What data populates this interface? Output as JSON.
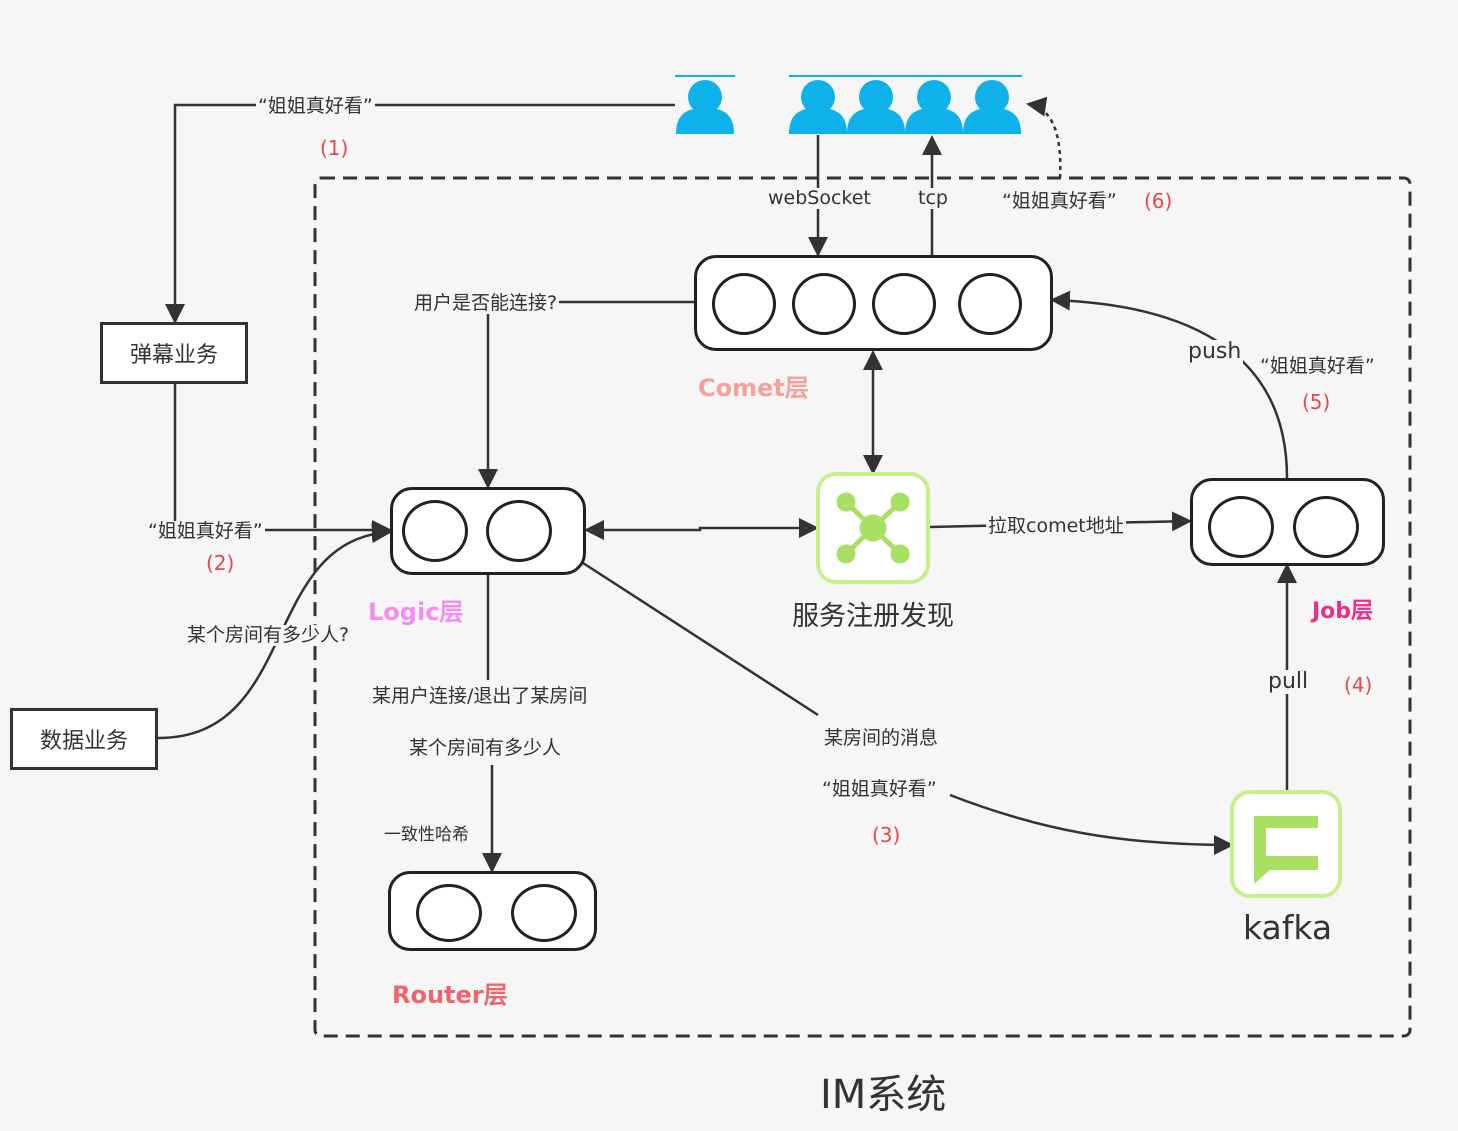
{
  "title": "IM系统",
  "business_boxes": {
    "danmu": "弹幕业务",
    "data": "数据业务"
  },
  "layers": {
    "comet": {
      "label": "Comet层",
      "color": "#f4a09b"
    },
    "logic": {
      "label": "Logic层",
      "color": "#f48cf3"
    },
    "router": {
      "label": "Router层",
      "color": "#f0646b"
    },
    "job": {
      "label": "Job层",
      "color": "#ec2e8a"
    }
  },
  "services": {
    "discovery": {
      "label": "服务注册发现",
      "icon": "network-hub-icon"
    },
    "kafka": {
      "label": "kafka",
      "icon": "kafka-message-icon"
    }
  },
  "edges": {
    "msg_quote": "“姐姐真好看”",
    "websocket": "webSocket",
    "tcp": "tcp",
    "can_connect": "用户是否能连接?",
    "room_count_q": "某个房间有多少人?",
    "user_join_leave": "某用户连接/退出了某房间",
    "room_count": "某个房间有多少人",
    "consistent_hash": "一致性哈希",
    "room_msg": "某房间的消息",
    "fetch_comet": "拉取comet地址",
    "push": "push",
    "pull": "pull"
  },
  "steps": [
    "(1)",
    "(2)",
    "(3)",
    "(4)",
    "(5)",
    "(6)"
  ],
  "colors": {
    "user": "#0fb1ea",
    "icon_green": "#c8ef8e",
    "icon_green_dark": "#a9e063",
    "step_red": "#e8484b",
    "line": "#333333"
  }
}
